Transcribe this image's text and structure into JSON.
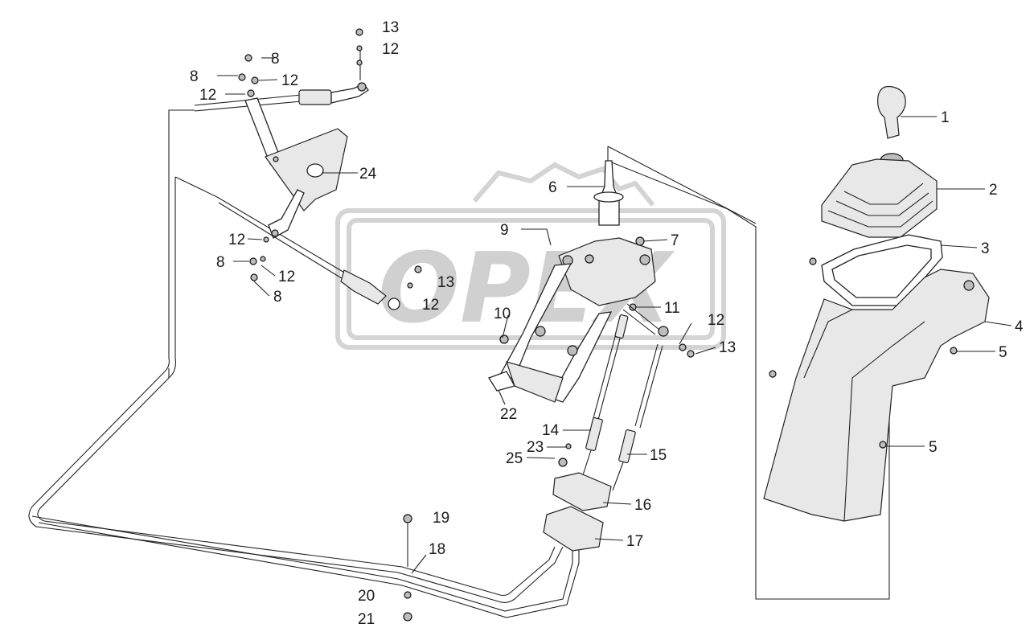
{
  "watermark": "OPEX",
  "labels": {
    "l1": "1",
    "l2": "2",
    "l3": "3",
    "l4": "4",
    "l5a": "5",
    "l5b": "5",
    "l6": "6",
    "l7": "7",
    "l8a": "8",
    "l8b": "8",
    "l8c": "8",
    "l8d": "8",
    "l9": "9",
    "l10": "10",
    "l11": "11",
    "l12a": "12",
    "l12b": "12",
    "l12c": "12",
    "l12d": "12",
    "l12e": "12",
    "l12f": "12",
    "l12g": "12",
    "l13a": "13",
    "l13b": "13",
    "l13c": "13",
    "l14": "14",
    "l15": "15",
    "l16": "16",
    "l17": "17",
    "l18": "18",
    "l19": "19",
    "l20": "20",
    "l21": "21",
    "l22": "22",
    "l23": "23",
    "l24": "24",
    "l25": "25"
  }
}
